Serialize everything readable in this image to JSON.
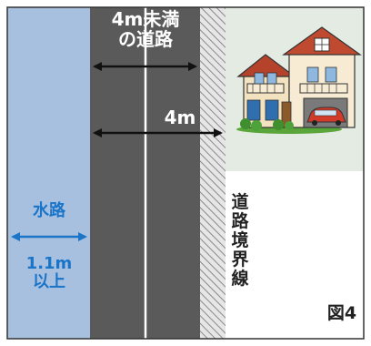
{
  "road_label_top": [
    "4m未満",
    "の道路"
  ],
  "road_width_label": "4m",
  "waterway_label": "水路",
  "waterway_width_label": [
    "1.1m",
    "以上"
  ],
  "boundary_label": [
    "道",
    "路",
    "境",
    "界",
    "線"
  ],
  "figure_label": "図4",
  "colors": {
    "waterway": "#a8c0e0",
    "road": "#5a5a5a",
    "border": "#333333",
    "accent_blue": "#1a74c8",
    "ground": "#e4ebe3",
    "arrow": "#111111"
  },
  "icons": [
    "house-illustration",
    "car-icon"
  ]
}
